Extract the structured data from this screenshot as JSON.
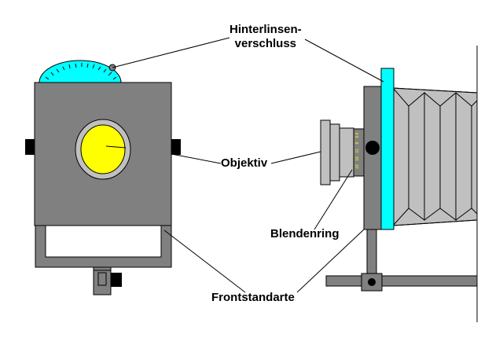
{
  "labels": {
    "rear_shutter_line1": "Hinterlinsen-",
    "rear_shutter_line2": "verschluss",
    "lens": "Objektiv",
    "aperture_ring": "Blendenring",
    "front_standard": "Frontstandarte"
  },
  "aperture_scale": [
    "22",
    "16",
    "11",
    "8",
    "5.6"
  ],
  "colors": {
    "body": "#808080",
    "lens": "#ffff00",
    "lens_ring": "#c0c0c0",
    "shutter": "#00ffff",
    "bellows": "#c0c0c0",
    "outline": "#000000"
  }
}
